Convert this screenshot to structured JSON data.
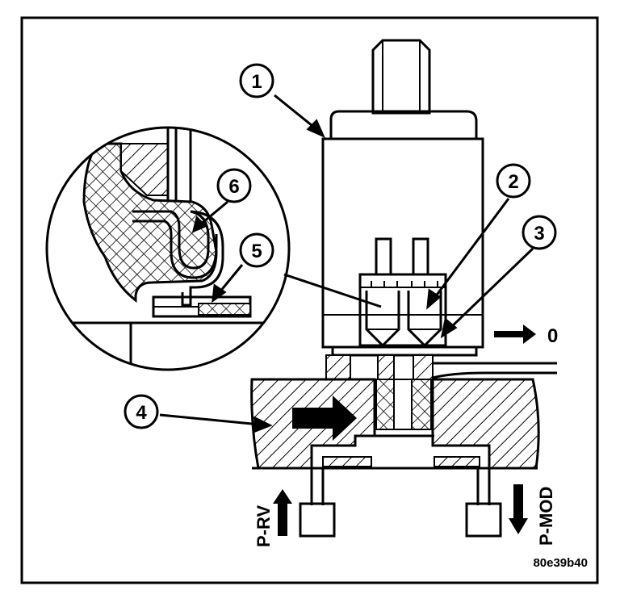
{
  "callouts": {
    "c1": "1",
    "c2": "2",
    "c3": "3",
    "c4": "4",
    "c5": "5",
    "c6": "6"
  },
  "labels": {
    "outlet": "0",
    "pressure_relief": "P-RV",
    "pressure_modulated": "P-MOD",
    "figure_id": "80e39b40"
  },
  "colors": {
    "ink": "#000000",
    "paper": "#ffffff"
  }
}
